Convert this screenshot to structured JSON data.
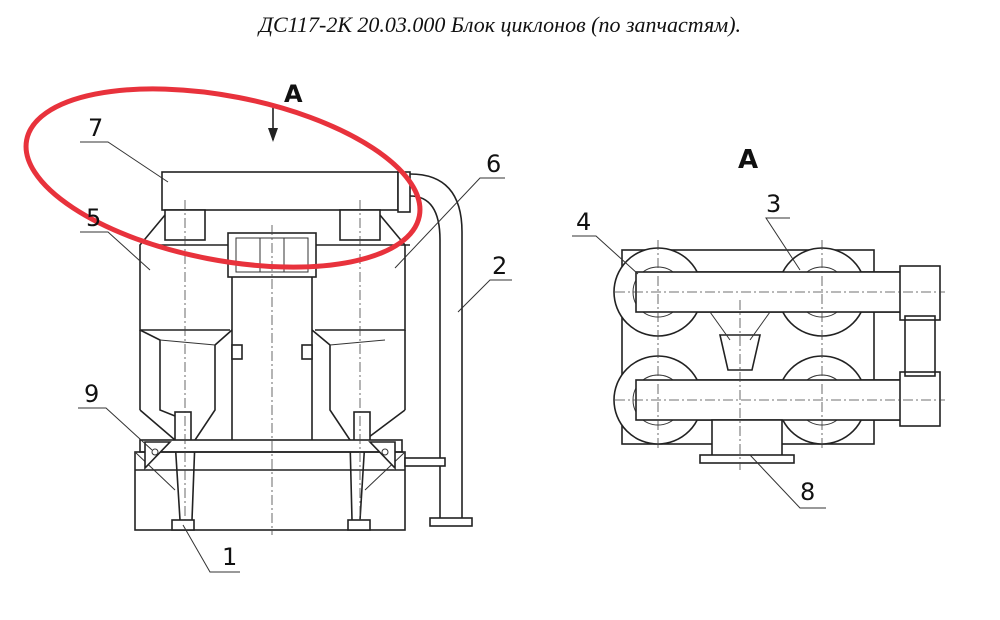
{
  "title": "ДС117-2К 20.03.000 Блок циклонов (по запчастям).",
  "view_label": "А",
  "arrow_label": "А",
  "callouts": [
    "1",
    "2",
    "3",
    "4",
    "5",
    "6",
    "7",
    "8",
    "9"
  ],
  "highlight_color": "#e8323c"
}
